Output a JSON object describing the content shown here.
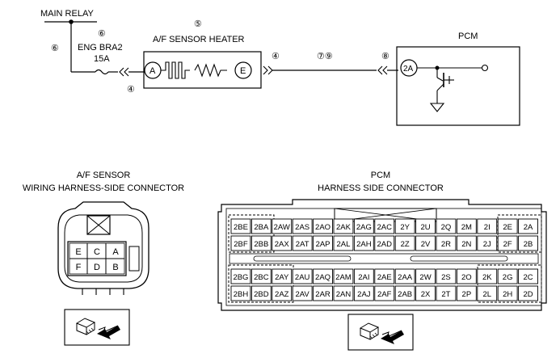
{
  "schematic": {
    "main_relay": "MAIN RELAY",
    "fuse_name": "ENG BRA2",
    "fuse_rating": "15A",
    "heater_title": "A/F SENSOR HEATER",
    "pcm_title": "PCM",
    "terminal_a": "A",
    "terminal_e": "E",
    "pcm_terminal": "2A",
    "callouts": {
      "c4a": "④",
      "c4b": "④",
      "c5": "⑤",
      "c6a": "⑥",
      "c6b": "⑥",
      "c79": "⑦⑨",
      "c8": "⑧"
    }
  },
  "af_connector": {
    "title1": "A/F SENSOR",
    "title2": "WIRING HARNESS-SIDE CONNECTOR",
    "top_row": [
      "E",
      "C",
      "A"
    ],
    "bottom_row": [
      "F",
      "D",
      "B"
    ]
  },
  "pcm_connector": {
    "title1": "PCM",
    "title2": "HARNESS SIDE CONNECTOR",
    "row1": [
      "2BE",
      "2BA",
      "2AW",
      "2AS",
      "2AO",
      "2AK",
      "2AG",
      "2AC",
      "2Y",
      "2U",
      "2Q",
      "2M",
      "2I",
      "2E",
      "2A"
    ],
    "row2": [
      "2BF",
      "2BB",
      "2AX",
      "2AT",
      "2AP",
      "2AL",
      "2AH",
      "2AD",
      "2Z",
      "2V",
      "2R",
      "2N",
      "2J",
      "2F",
      "2B"
    ],
    "row3": [
      "2BG",
      "2BC",
      "2AY",
      "2AU",
      "2AQ",
      "2AM",
      "2AI",
      "2AE",
      "2AA",
      "2W",
      "2S",
      "2O",
      "2K",
      "2G",
      "2C"
    ],
    "row4": [
      "2BH",
      "2BD",
      "2AZ",
      "2AV",
      "2AR",
      "2AN",
      "2AJ",
      "2AF",
      "2AB",
      "2X",
      "2T",
      "2P",
      "2L",
      "2H",
      "2D"
    ]
  }
}
